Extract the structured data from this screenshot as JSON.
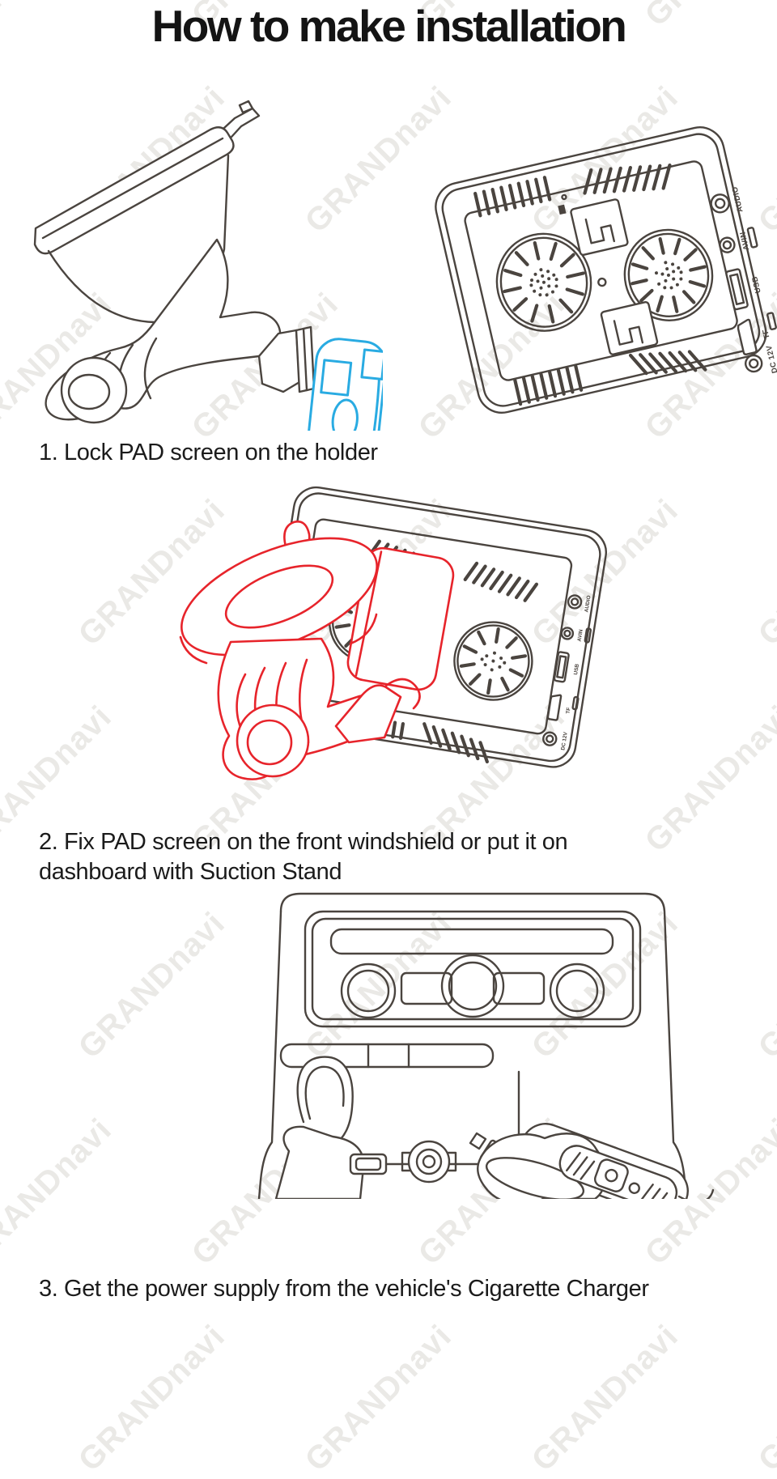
{
  "page": {
    "title": "How to make installation",
    "background_color": "#ffffff",
    "watermark": {
      "text": "GRANDnavi",
      "color": "#eae9e6"
    }
  },
  "palette": {
    "line_color": "#4a443f",
    "holder_blue": "#29abe2",
    "holder_red": "#e7242b",
    "text_color": "#1b1b1b"
  },
  "steps": [
    {
      "index": 1,
      "caption_lines": [
        "1. Lock PAD screen on the holder"
      ]
    },
    {
      "index": 2,
      "caption_lines": [
        "2. Fix PAD screen on the front windshield or put it on",
        "dashboard with Suction Stand"
      ]
    },
    {
      "index": 3,
      "caption_lines": [
        "3. Get the power supply from the vehicle's Cigarette Charger"
      ]
    }
  ],
  "device_back": {
    "ports": [
      {
        "label": "AUDIO"
      },
      {
        "label": "AVIN"
      },
      {
        "label": "USB"
      },
      {
        "label": "TF"
      },
      {
        "label": "DC 12V"
      }
    ]
  }
}
